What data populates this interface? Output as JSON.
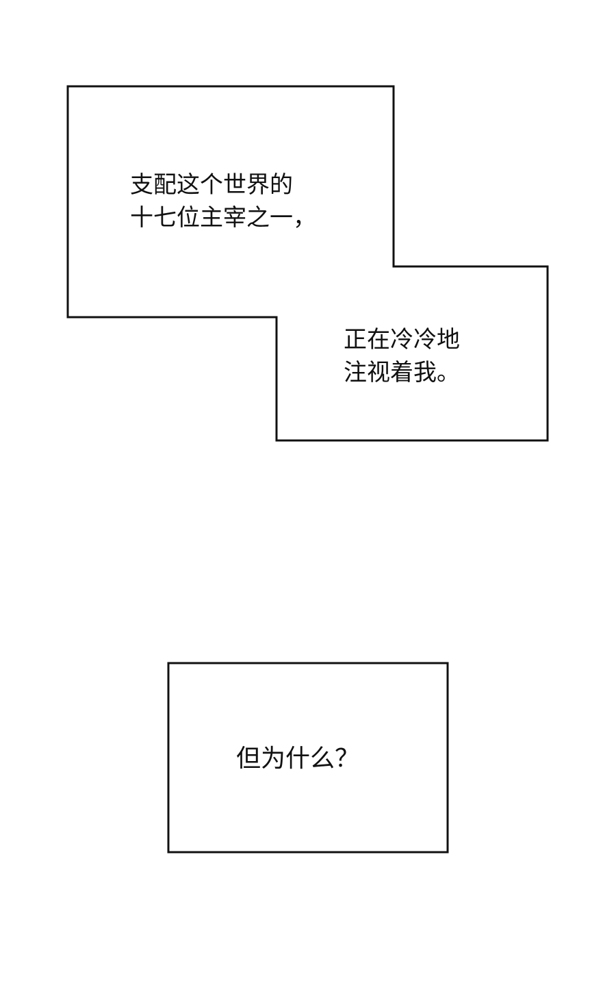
{
  "captions": [
    {
      "lines": [
        "支配这个世界的",
        "十七位主宰之一，"
      ]
    },
    {
      "lines": [
        "正在冷冷地",
        "注视着我。"
      ]
    },
    {
      "lines": [
        "但为什么？"
      ]
    }
  ],
  "colors": {
    "background": "#ffffff",
    "border": "#111111",
    "text": "#111111"
  }
}
